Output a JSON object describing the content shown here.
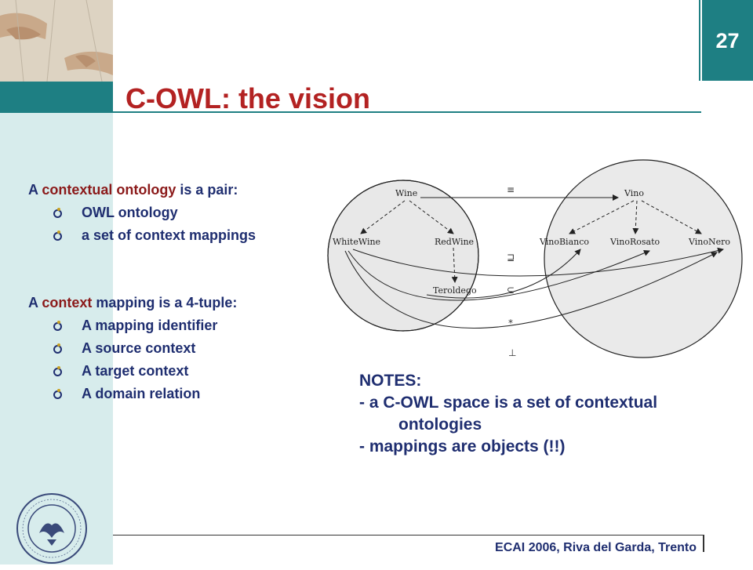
{
  "slide": {
    "number": "27",
    "title": "C-OWL: the vision",
    "footer": "ECAI 2006, Riva del Garda, Trento"
  },
  "contextual_ontology": {
    "lead_pre": "A ",
    "lead_hl": "contextual ontology",
    "lead_post": " is a pair:",
    "items": [
      "OWL ontology",
      "a set of context mappings"
    ]
  },
  "context_mapping": {
    "lead_pre": "A ",
    "lead_hl": "context",
    "lead_post": " mapping is a 4-tuple:",
    "items": [
      "A mapping identifier",
      "A source context",
      "A target context",
      "A domain relation"
    ]
  },
  "notes": {
    "heading": "NOTES:",
    "line1": "- a C-OWL space is a set of contextual",
    "line1b": "ontologies",
    "line2": "- mappings are objects (!!)"
  },
  "diagram": {
    "left_nodes": [
      "Wine",
      "WhiteWine",
      "RedWine",
      "Teroldego"
    ],
    "right_nodes": [
      "Vino",
      "VinoBianco",
      "VinoRosato",
      "VinoNero"
    ],
    "relations": [
      "≡",
      "⊒",
      "⊆",
      "*",
      "⊥"
    ]
  },
  "colors": {
    "title": "#b32222",
    "body_text": "#1f2e70",
    "highlight": "#8b1a1a",
    "accent_teal": "#1e7f83",
    "sidebar": "#d7ecec"
  }
}
